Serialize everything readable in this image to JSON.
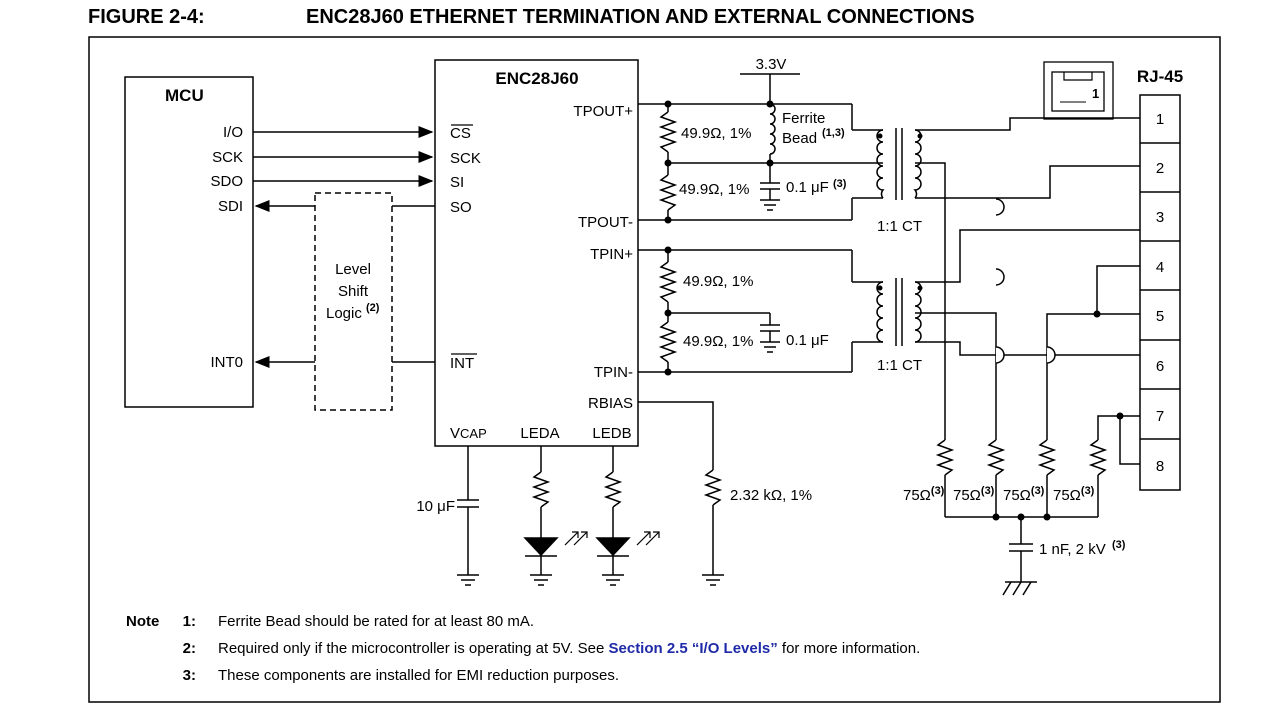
{
  "figure": {
    "number": "FIGURE 2-4:",
    "title": "ENC28J60 ETHERNET TERMINATION AND EXTERNAL CONNECTIONS"
  },
  "mcu": {
    "label": "MCU",
    "pins": [
      "I/O",
      "SCK",
      "SDO",
      "SDI",
      "INT0"
    ]
  },
  "level_shift": {
    "line1": "Level",
    "line2": "Shift",
    "line3": "Logic",
    "note_ref": "(2)"
  },
  "chip": {
    "label": "ENC28J60",
    "left_pins": [
      "CS",
      "SCK",
      "SI",
      "SO",
      "INT"
    ],
    "right_pins": [
      "TPOUT+",
      "TPOUT-",
      "TPIN+",
      "TPIN-",
      "RBIAS"
    ],
    "bottom_pins": {
      "vcap_v": "V",
      "vcap_sub": "CAP",
      "leda": "LEDA",
      "ledb": "LEDB"
    }
  },
  "components": {
    "supply": "3.3V",
    "ferrite_line1": "Ferrite",
    "ferrite_line2": "Bead",
    "ferrite_ref": "(1,3)",
    "r_tx_top": "49.9Ω, 1%",
    "r_tx_bot": "49.9Ω, 1%",
    "c_tx": "0.1 μF",
    "c_tx_ref": "(3)",
    "r_rx_top": "49.9Ω, 1%",
    "r_rx_bot": "49.9Ω, 1%",
    "c_rx": "0.1 μF",
    "xfmr_tx": "1:1 CT",
    "xfmr_rx": "1:1 CT",
    "c_vcap": "10 μF",
    "r_bias": "2.32 kΩ, 1%",
    "r75": [
      "75Ω",
      "75Ω",
      "75Ω",
      "75Ω"
    ],
    "r75_ref": "(3)",
    "c_hv": "1 nF, 2 kV",
    "c_hv_ref": "(3)"
  },
  "rj45": {
    "label": "RJ-45",
    "icon_pin": "1",
    "pins": [
      "1",
      "2",
      "3",
      "4",
      "5",
      "6",
      "7",
      "8"
    ]
  },
  "notes": {
    "label": "Note",
    "items": [
      {
        "num": "1:",
        "text": "Ferrite Bead should be rated for at least 80 mA."
      },
      {
        "num": "2:",
        "text_before": "Required only if the microcontroller is operating at 5V. See ",
        "link": "Section 2.5 “I/O Levels”",
        "text_after": " for more information."
      },
      {
        "num": "3:",
        "text": "These components are installed for EMI reduction purposes."
      }
    ]
  }
}
